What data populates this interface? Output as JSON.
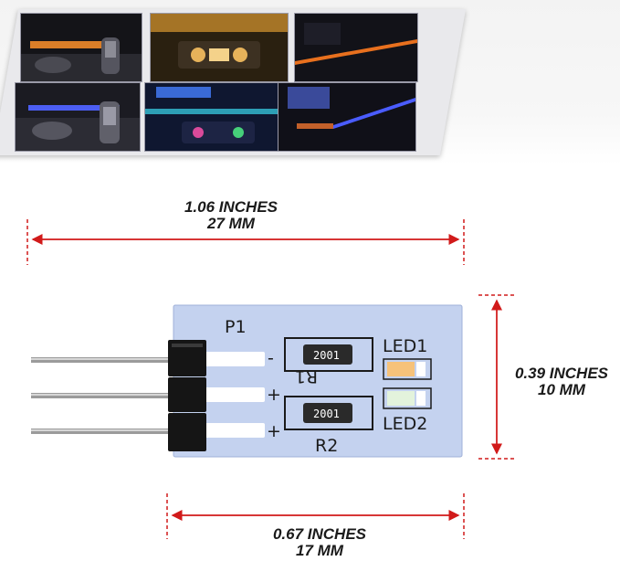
{
  "dimensions": {
    "length_total": {
      "inches": "1.06 INCHES",
      "mm": "27 MM"
    },
    "height": {
      "inches": "0.39 INCHES",
      "mm": "10 MM"
    },
    "board_length": {
      "inches": "0.67 INCHES",
      "mm": "17 MM"
    }
  },
  "board": {
    "header_label": "P1",
    "resistors": [
      {
        "designator": "R1",
        "code": "2001"
      },
      {
        "designator": "R2",
        "code": "2001"
      }
    ],
    "leds": [
      {
        "designator": "LED1",
        "color": "#f6c27a"
      },
      {
        "designator": "LED2",
        "color": "#e3f3dc"
      }
    ],
    "polarity": [
      "-",
      "+",
      "+"
    ]
  },
  "colors": {
    "dimension_line": "#d11a1a",
    "pcb": "#c4d2ef",
    "pin_header": "#151515"
  },
  "photos": [
    {
      "name": "gear-shifter-orange"
    },
    {
      "name": "gear-shifter-blue"
    },
    {
      "name": "dashboard-orange"
    },
    {
      "name": "dashboard-blue"
    },
    {
      "name": "door-panel-orange"
    },
    {
      "name": "door-panel-blue"
    }
  ]
}
